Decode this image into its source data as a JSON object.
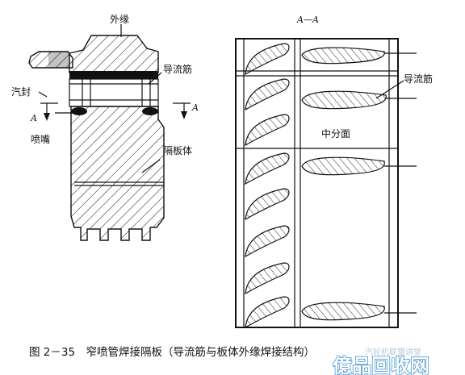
{
  "labels": {
    "outer_rim": "外缘",
    "guide_rib_left": "导流筋",
    "steam_seal": "汽封",
    "nozzle": "喷嘴",
    "diaphragm_body": "隔板体",
    "section_mark_left_1": "A",
    "section_mark_left_2": "A",
    "section_title": "A—A",
    "guide_rib_right": "导流筋",
    "mid_plane": "中分面"
  },
  "caption": "图 2－35　窄喷管焊接隔板（导流筋与板体外缘焊接结构）",
  "watermark": {
    "small": "汽轮机联盟讲堂",
    "big": "億品回收网"
  },
  "colors": {
    "line": "#111111",
    "watermark_blue": "#2f89c8"
  }
}
